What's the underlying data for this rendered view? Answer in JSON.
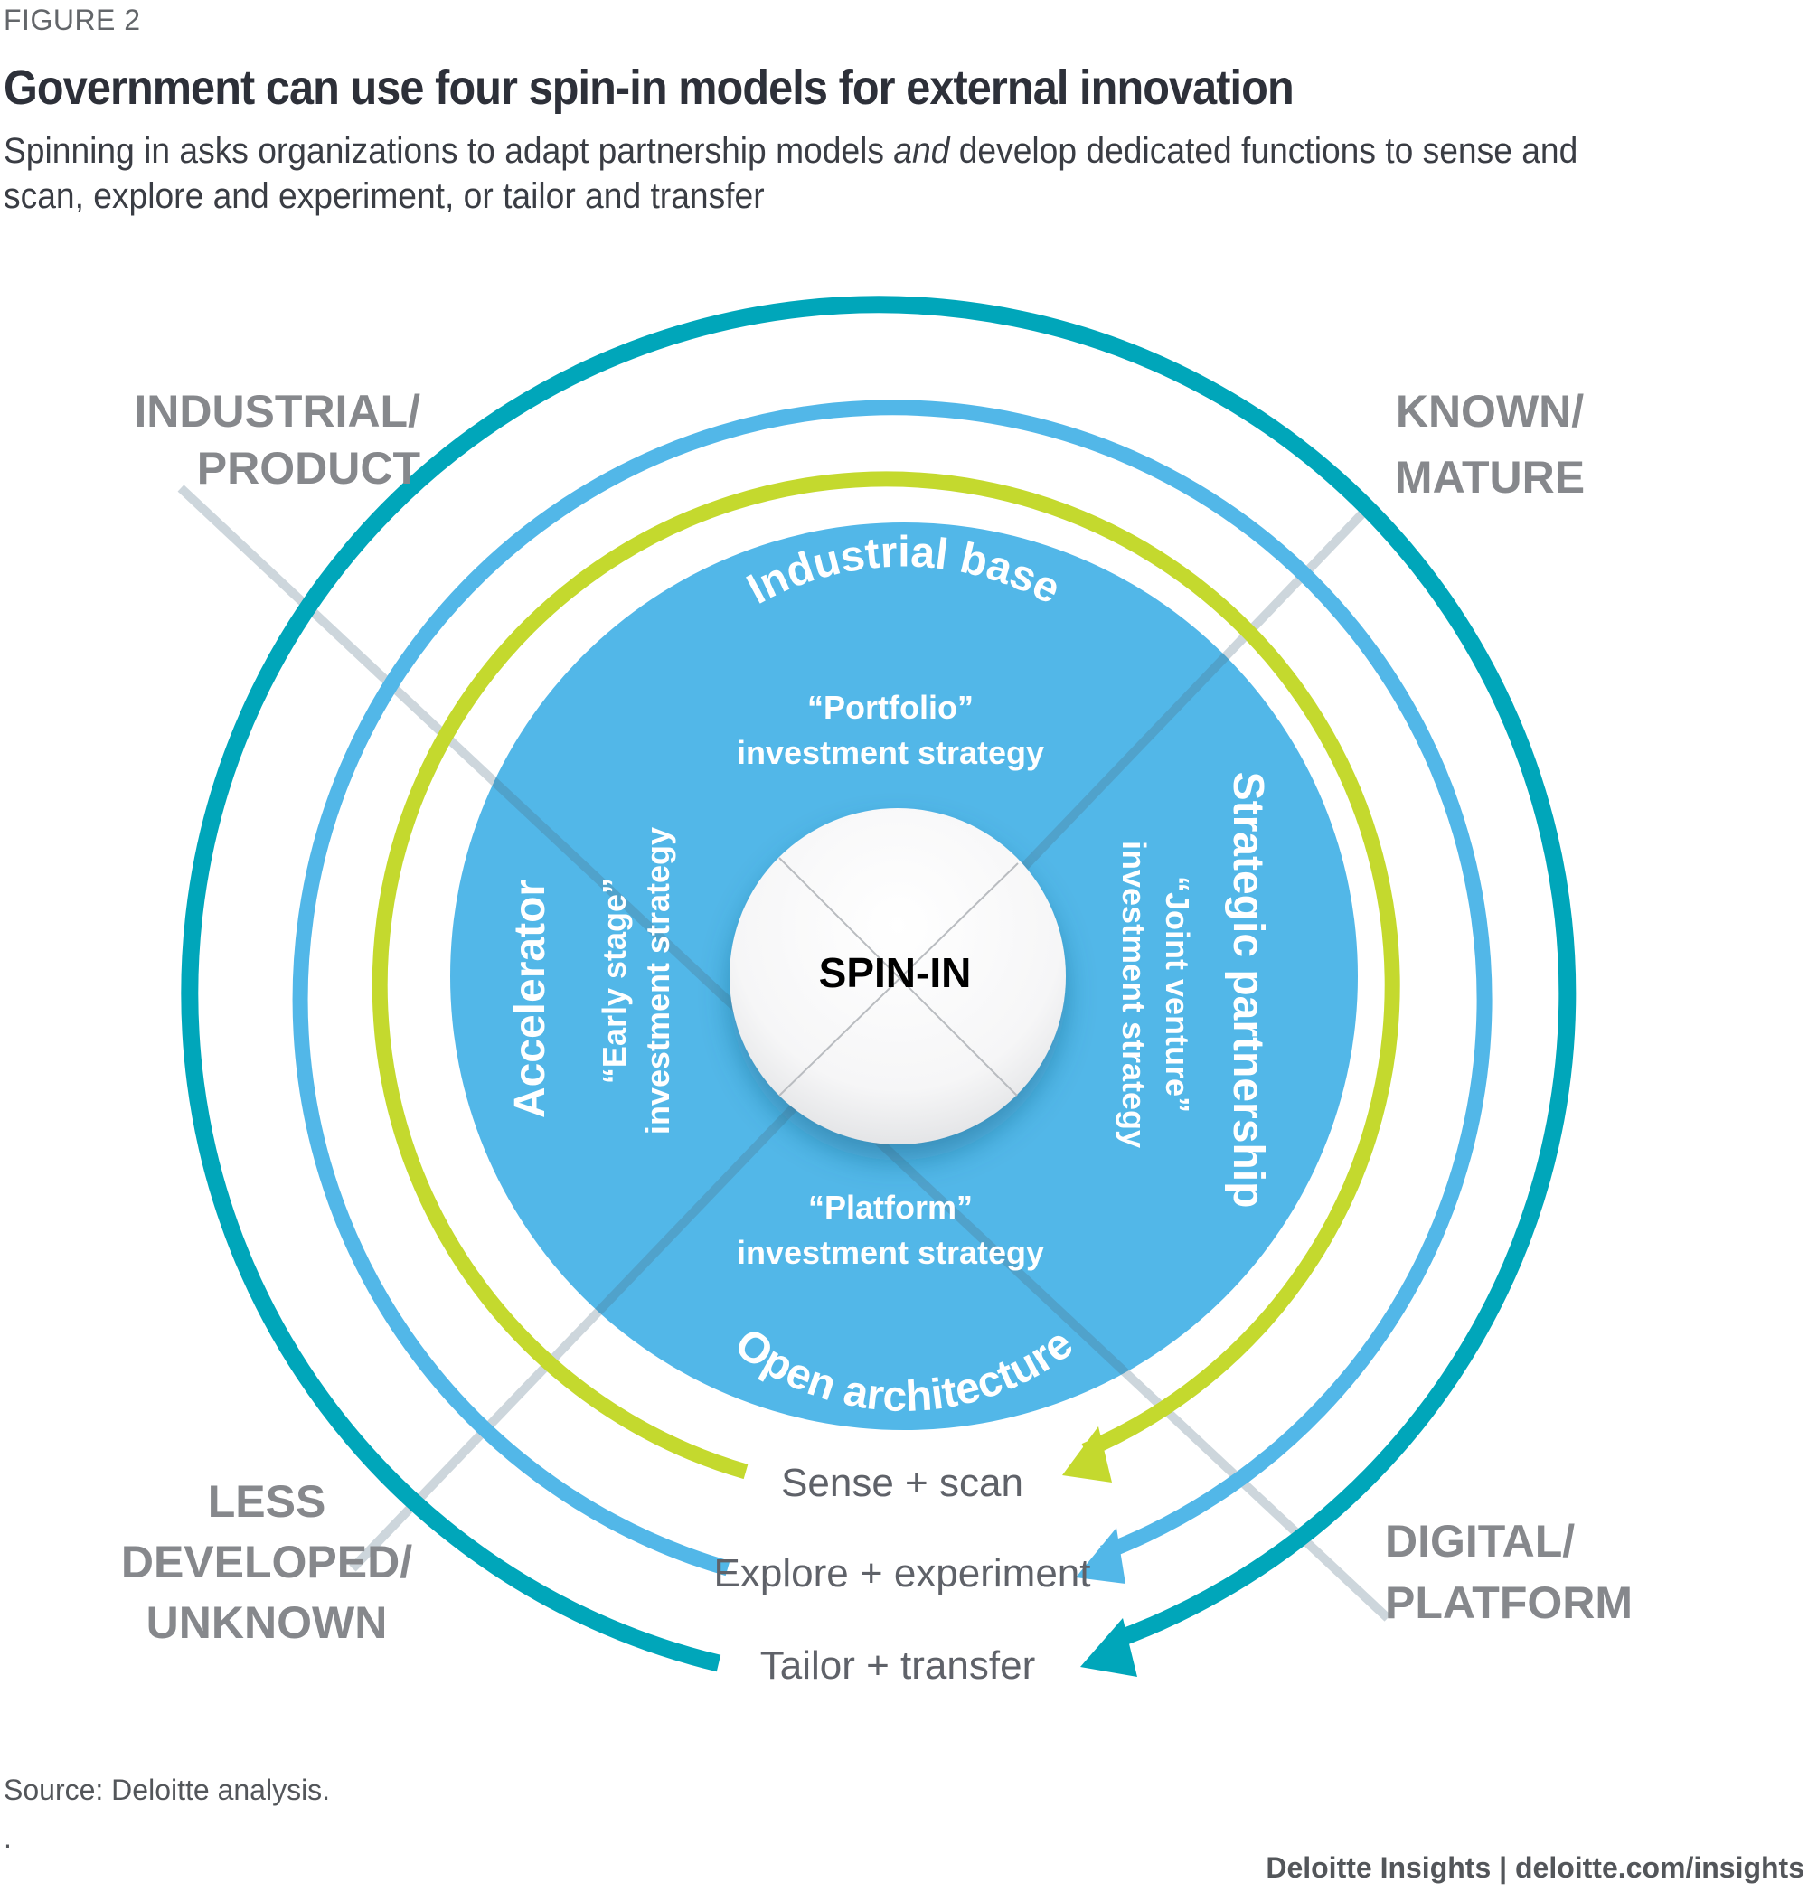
{
  "figure_label": "FIGURE 2",
  "title": "Government can use four spin-in models for external innovation",
  "subtitle": {
    "before": "Spinning in asks organizations to adapt partnership models ",
    "emphasis": "and",
    "after": " develop dedicated functions to sense and scan, explore and experiment, or tailor and transfer"
  },
  "diagram": {
    "center_label": "SPIN-IN",
    "colors": {
      "disk": "#52b7e8",
      "sense_ring": "#c4d92e",
      "explore_ring": "#52b7e8",
      "tailor_ring": "#00a6ba",
      "axis_label": "#86888c",
      "bottom_label": "#5f6269",
      "center_text": "#000000"
    },
    "quadrants": [
      {
        "id": "top",
        "model": "Industrial base",
        "strategy_line1": "“Portfolio”",
        "strategy_line2": "investment strategy"
      },
      {
        "id": "right",
        "model": "Strategic partnership",
        "strategy_line1": "“Joint venture”",
        "strategy_line2": "investment strategy"
      },
      {
        "id": "bottom",
        "model": "Open architecture",
        "strategy_line1": "“Platform”",
        "strategy_line2": "investment strategy"
      },
      {
        "id": "left",
        "model": "Accelerator",
        "strategy_line1": "“Early stage”",
        "strategy_line2": "investment strategy"
      }
    ],
    "axis_labels": {
      "top_left": [
        "INDUSTRIAL/",
        "PRODUCT"
      ],
      "top_right": [
        "KNOWN/",
        "MATURE"
      ],
      "bottom_left": [
        "LESS",
        "DEVELOPED/",
        "UNKNOWN"
      ],
      "bottom_right": [
        "DIGITAL/",
        "PLATFORM"
      ]
    },
    "rings": [
      {
        "label": "Sense + scan",
        "color_key": "sense_ring"
      },
      {
        "label": "Explore + experiment",
        "color_key": "explore_ring"
      },
      {
        "label": "Tailor + transfer",
        "color_key": "tailor_ring"
      }
    ]
  },
  "source": "Source: Deloitte analysis.",
  "note_mark": ".",
  "footer": "Deloitte Insights | deloitte.com/insights"
}
